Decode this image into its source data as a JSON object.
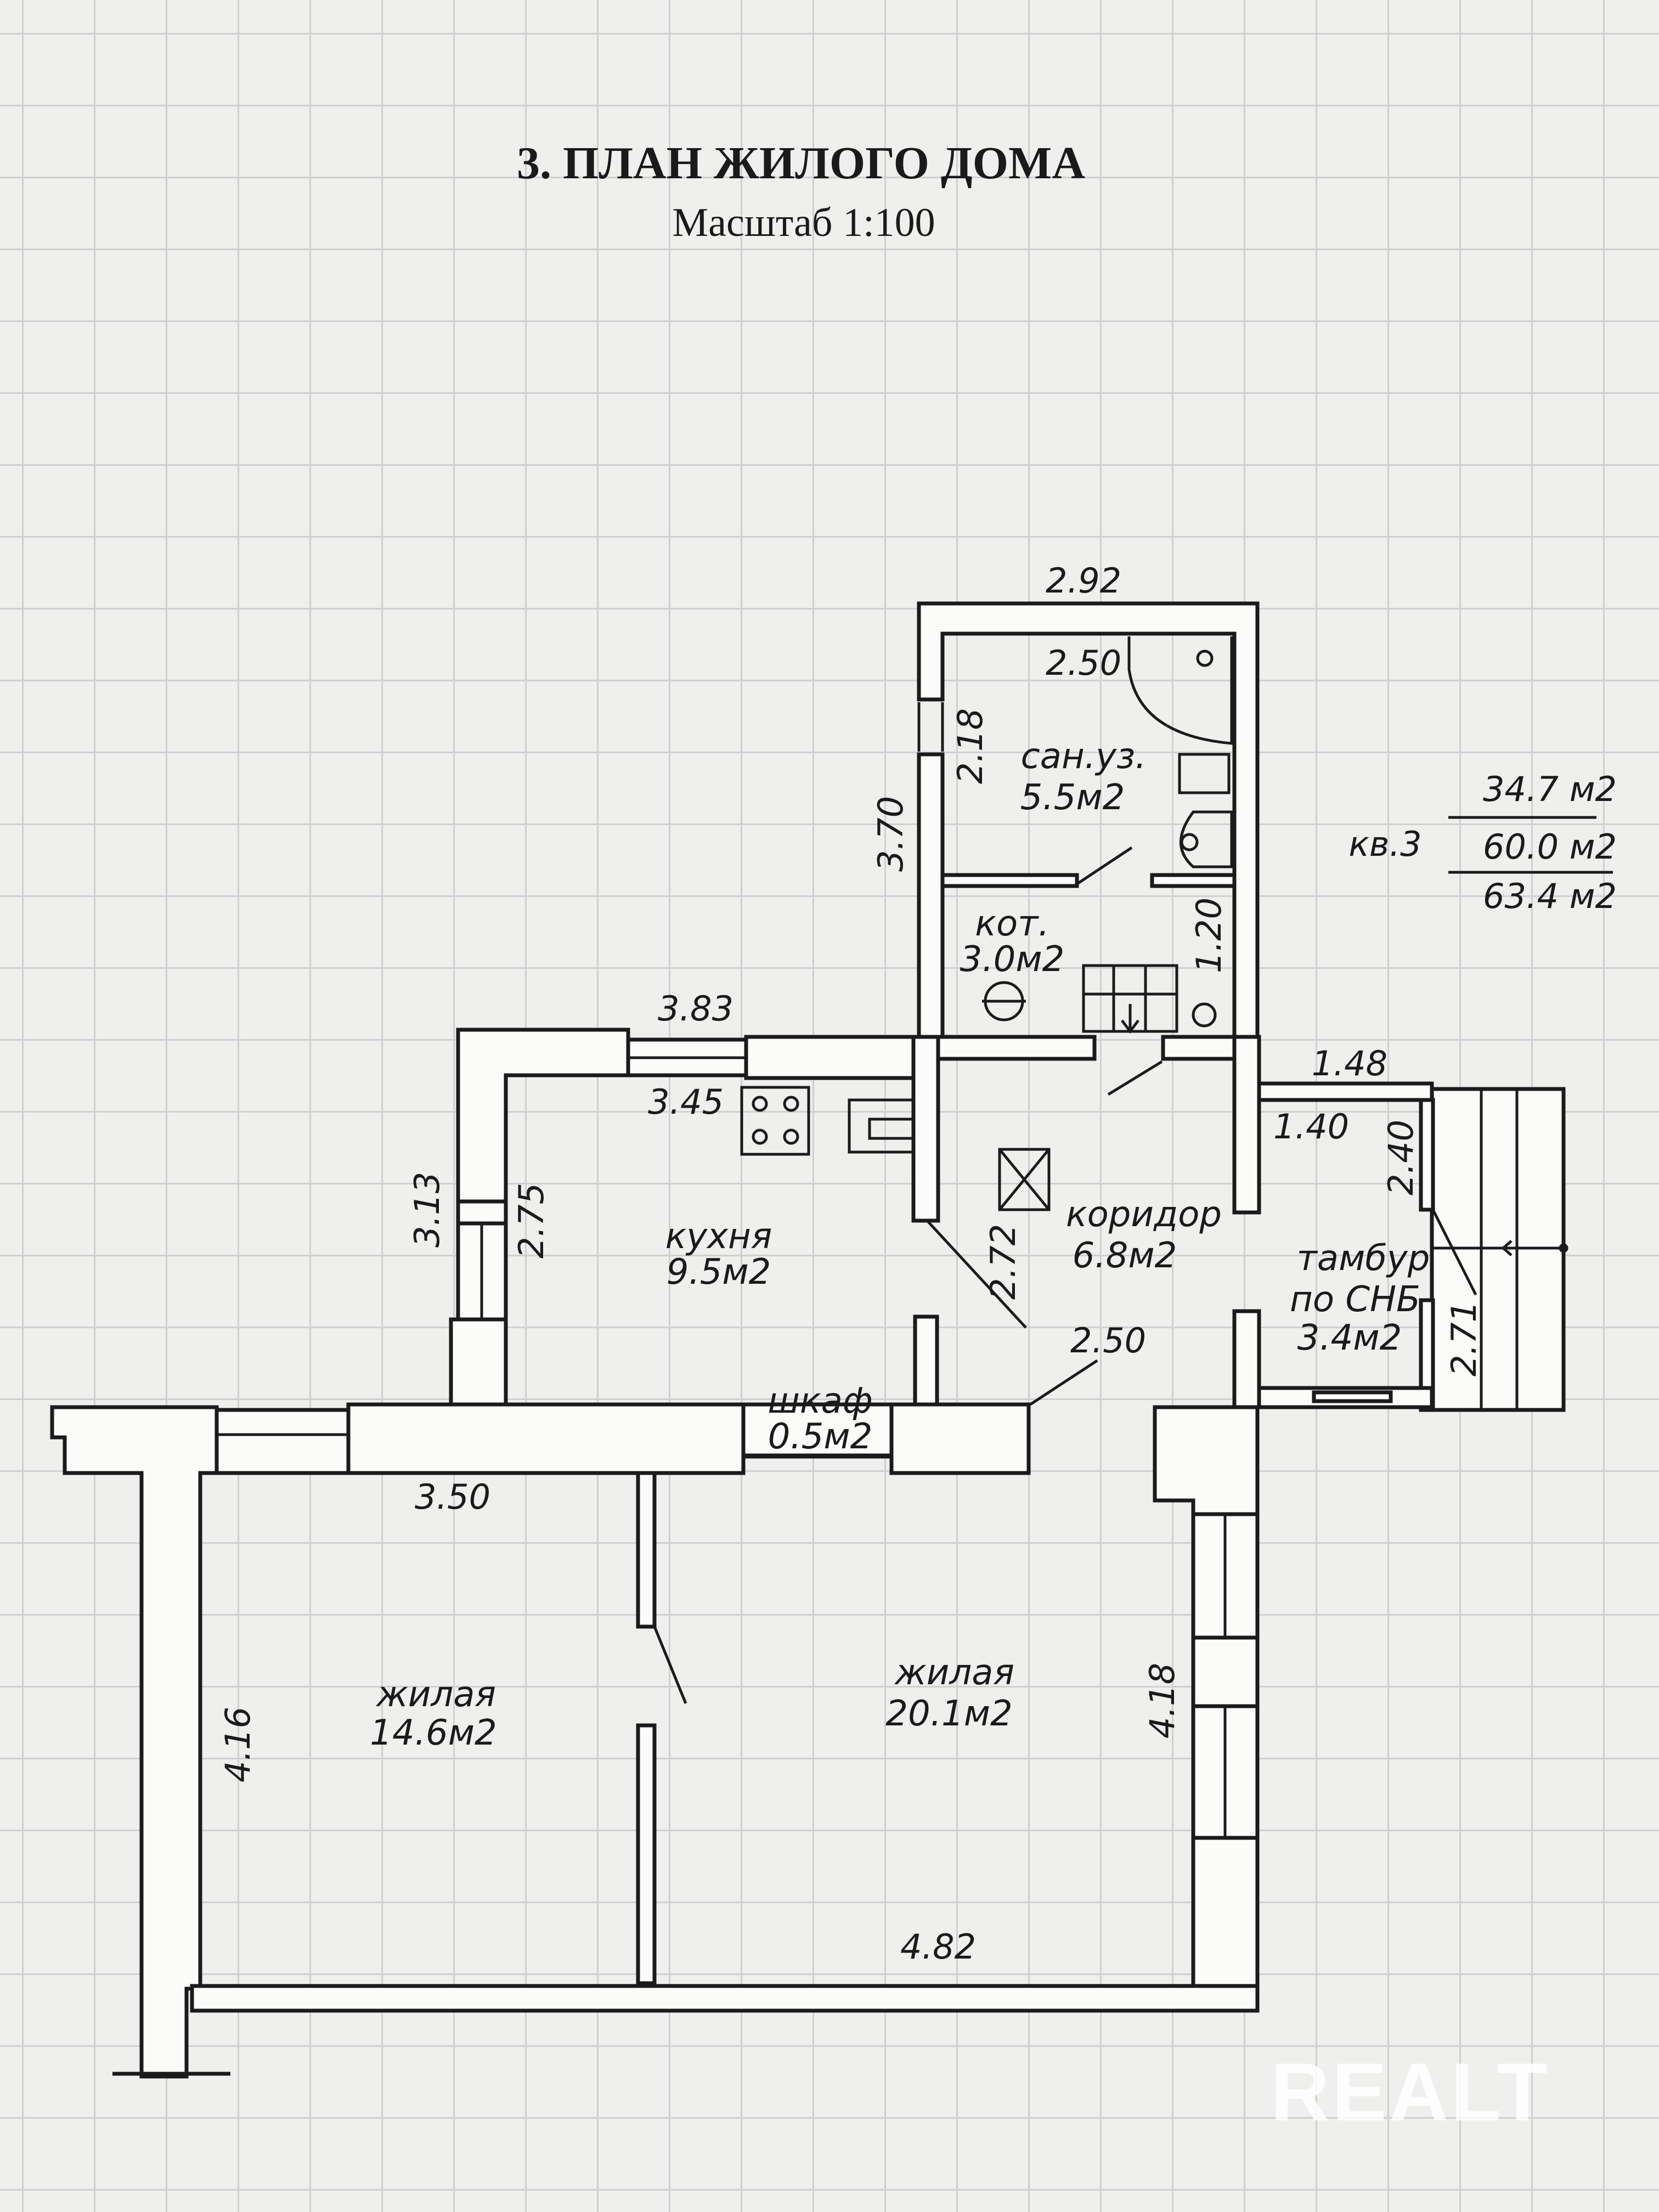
{
  "header": {
    "title": "3.  ПЛАН ЖИЛОГО ДОМА",
    "scale": "Масштаб 1:100"
  },
  "apartment": {
    "label": "кв.3",
    "area_living": "34.7 м2",
    "area_total": "60.0 м2",
    "area_gross": "63.4 м2"
  },
  "rooms": {
    "bathroom": {
      "name": "сан.уз.",
      "area": "5.5м2"
    },
    "boiler": {
      "name": "кот.",
      "area": "3.0м2"
    },
    "kitchen": {
      "name": "кухня",
      "area": "9.5м2"
    },
    "corridor": {
      "name": "коридор",
      "area": "6.8м2"
    },
    "vestibule": {
      "name": "тамбур",
      "name2": "по СНБ",
      "area": "3.4м2"
    },
    "closet": {
      "name": "шкаф",
      "area": "0.5м2"
    },
    "living_left": {
      "name": "жилая",
      "area": "14.6м2"
    },
    "living_right": {
      "name": "жилая",
      "area": "20.1м2"
    }
  },
  "dimensions": {
    "d_292": "2.92",
    "d_250_bath": "2.50",
    "d_218": "2.18",
    "d_370": "3.70",
    "d_120": "1.20",
    "d_383": "3.83",
    "d_345": "3.45",
    "d_313": "3.13",
    "d_275": "2.75",
    "d_272": "2.72",
    "d_148": "1.48",
    "d_140": "1.40",
    "d_240": "2.40",
    "d_271": "2.71",
    "d_250_corr": "2.50",
    "d_350": "3.50",
    "d_416": "4.16",
    "d_418": "4.18",
    "d_482": "4.82"
  },
  "watermark": {
    "text": "REALT"
  }
}
